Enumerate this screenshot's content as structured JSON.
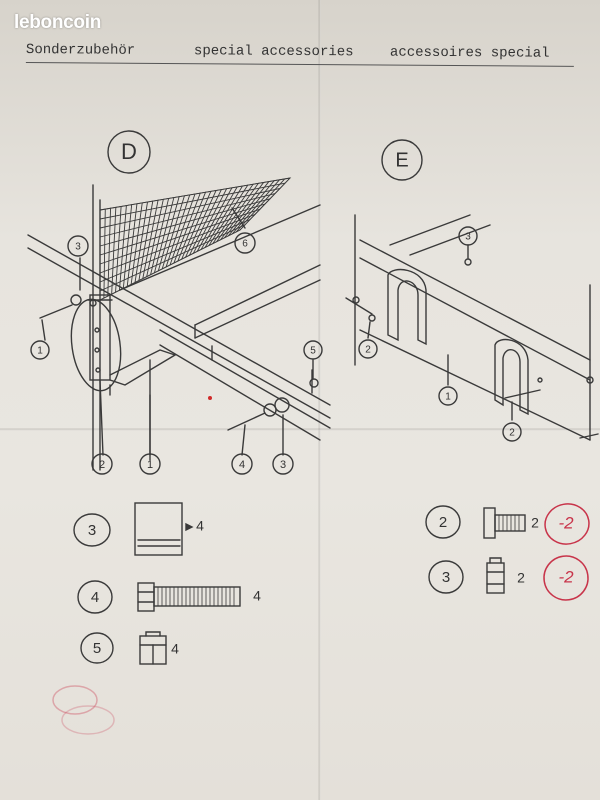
{
  "watermark": "leboncoin",
  "header": {
    "de": "Sonderzubehör",
    "en": "special accessories",
    "fr": "accessoires special"
  },
  "figures": {
    "d": "D",
    "e": "E"
  },
  "callouts_d": [
    "3",
    "6",
    "1",
    "5",
    "2",
    "1",
    "4",
    "3"
  ],
  "callouts_e": [
    "3",
    "2",
    "1",
    "2"
  ],
  "parts_left": [
    {
      "num": "3",
      "qty": "4",
      "icon": "bracket-plate-icon"
    },
    {
      "num": "4",
      "qty": "4",
      "icon": "long-bolt-icon"
    },
    {
      "num": "5",
      "qty": "4",
      "icon": "nut-icon"
    }
  ],
  "parts_right": [
    {
      "num": "2",
      "qty": "2",
      "icon": "short-bolt-icon",
      "handwritten": "-2"
    },
    {
      "num": "3",
      "qty": "2",
      "icon": "hex-nut-icon",
      "handwritten": "-2"
    }
  ],
  "colors": {
    "ink": "#3a3a3a",
    "paper": "#e8e5df",
    "red_pen": "#c8344a"
  }
}
